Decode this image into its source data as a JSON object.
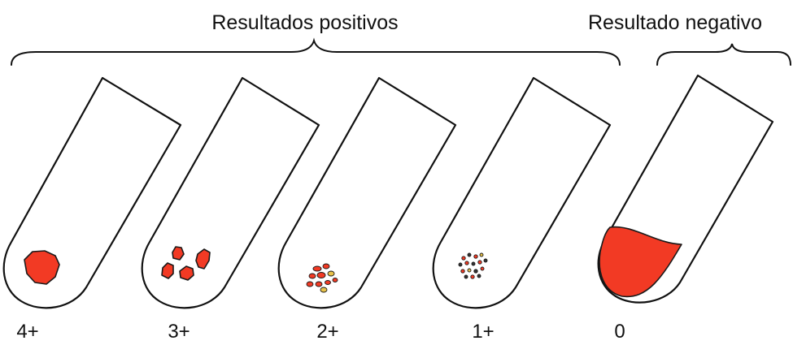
{
  "groups": {
    "positive": {
      "label": "Resultados positivos"
    },
    "negative": {
      "label": "Resultado negativo"
    }
  },
  "tubes": [
    {
      "grade": "4+",
      "result": "positive",
      "pattern": "single large clot"
    },
    {
      "grade": "3+",
      "result": "positive",
      "pattern": "several large clumps"
    },
    {
      "grade": "2+",
      "result": "positive",
      "pattern": "medium clumps"
    },
    {
      "grade": "1+",
      "result": "positive",
      "pattern": "small clumps"
    },
    {
      "grade": "0",
      "result": "negative",
      "pattern": "no agglutination, cells settled"
    }
  ],
  "colors": {
    "cells": "#f23a24",
    "outline": "#111111",
    "background": "#ffffff",
    "speck_highlight": "#e8c24a"
  }
}
